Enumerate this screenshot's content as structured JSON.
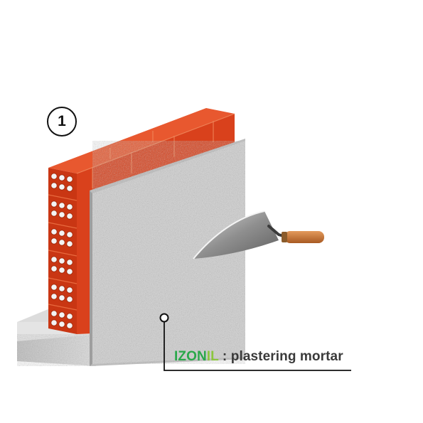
{
  "step": {
    "number": "1"
  },
  "callout": {
    "brand_part1": "IZON",
    "brand_part2": "IL",
    "separator": " : ",
    "description": "plastering mortar"
  },
  "colors": {
    "brick": "#d9411c",
    "brick_dark": "#b8320f",
    "brick_top": "#e8582f",
    "plaster": "#d4d4d4",
    "foundation": "#cfcfcf",
    "brand_green": "#2aa84a",
    "brand_lime": "#8cc63f",
    "trowel_blade": "#9a9a9a",
    "trowel_handle": "#c8773a"
  }
}
